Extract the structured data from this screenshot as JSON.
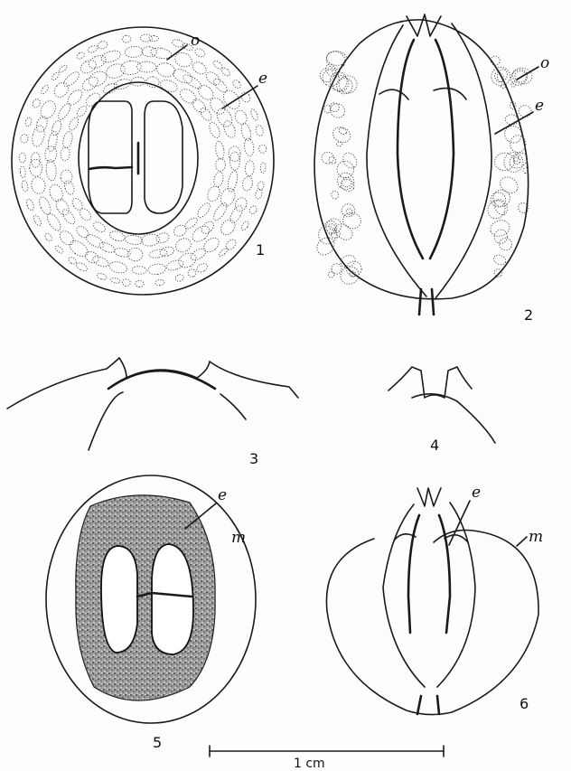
{
  "figures": [
    {
      "number": "1",
      "labels": [
        "o",
        "e"
      ]
    },
    {
      "number": "2",
      "labels": [
        "o",
        "e"
      ]
    },
    {
      "number": "3",
      "labels": []
    },
    {
      "number": "4",
      "labels": []
    },
    {
      "number": "5",
      "labels": [
        "e",
        "m"
      ]
    },
    {
      "number": "6",
      "labels": [
        "e",
        "m"
      ]
    }
  ],
  "scale_bar": {
    "label": "1 cm"
  }
}
